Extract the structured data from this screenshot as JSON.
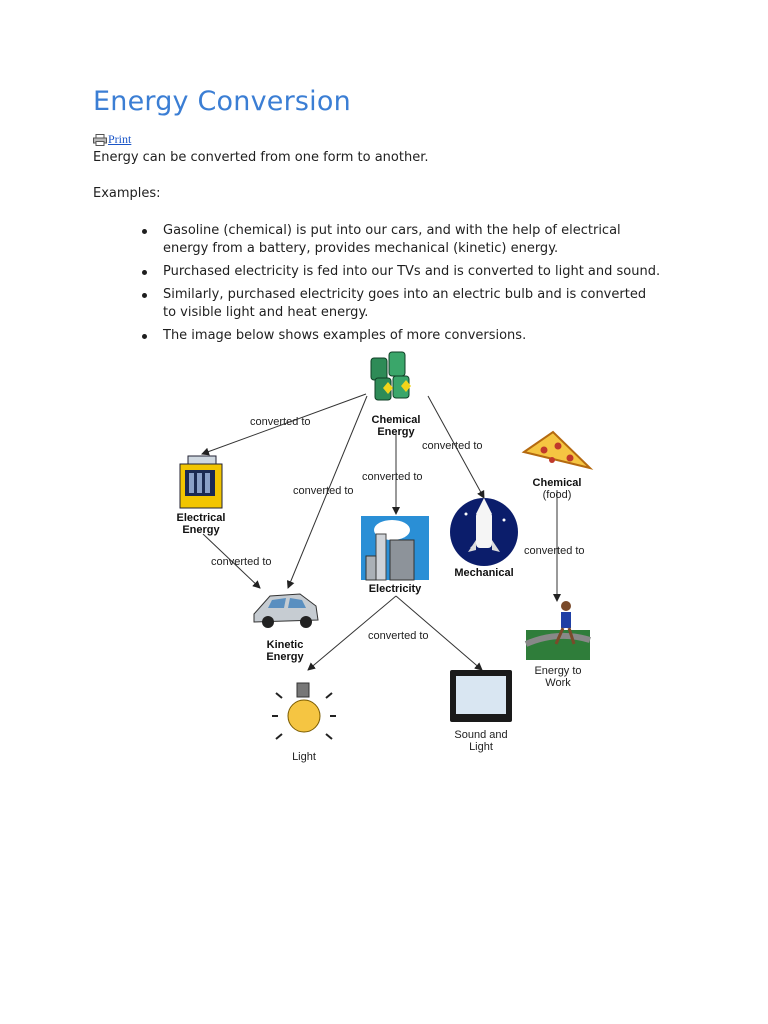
{
  "title": "Energy Conversion",
  "print_label": "Print",
  "intro": "Energy can be converted from one form to another.",
  "examples_label": "Examples:",
  "bullets": [
    "Gasoline (chemical) is put into our cars, and with the help of electrical energy from a battery, provides mechanical (kinetic) energy.",
    "Purchased electricity is fed into our TVs and is converted to light and sound.",
    "Similarly, purchased electricity goes into an electric bulb and is converted to visible light and heat energy.",
    "The image below shows examples of more conversions."
  ],
  "diagram": {
    "nodes": {
      "chemical_energy": [
        "Chemical",
        "Energy"
      ],
      "electrical_energy": [
        "Electrical",
        "Energy"
      ],
      "electricity": "Electricity",
      "mechanical": "Mechanical",
      "chemical_food": [
        "Chemical",
        "(food)"
      ],
      "kinetic_energy": [
        "Kinetic",
        "Energy"
      ],
      "light": "Light",
      "sound_light": [
        "Sound and",
        "Light"
      ],
      "energy_work": [
        "Energy to",
        "Work"
      ]
    },
    "edge_label": "converted to"
  }
}
